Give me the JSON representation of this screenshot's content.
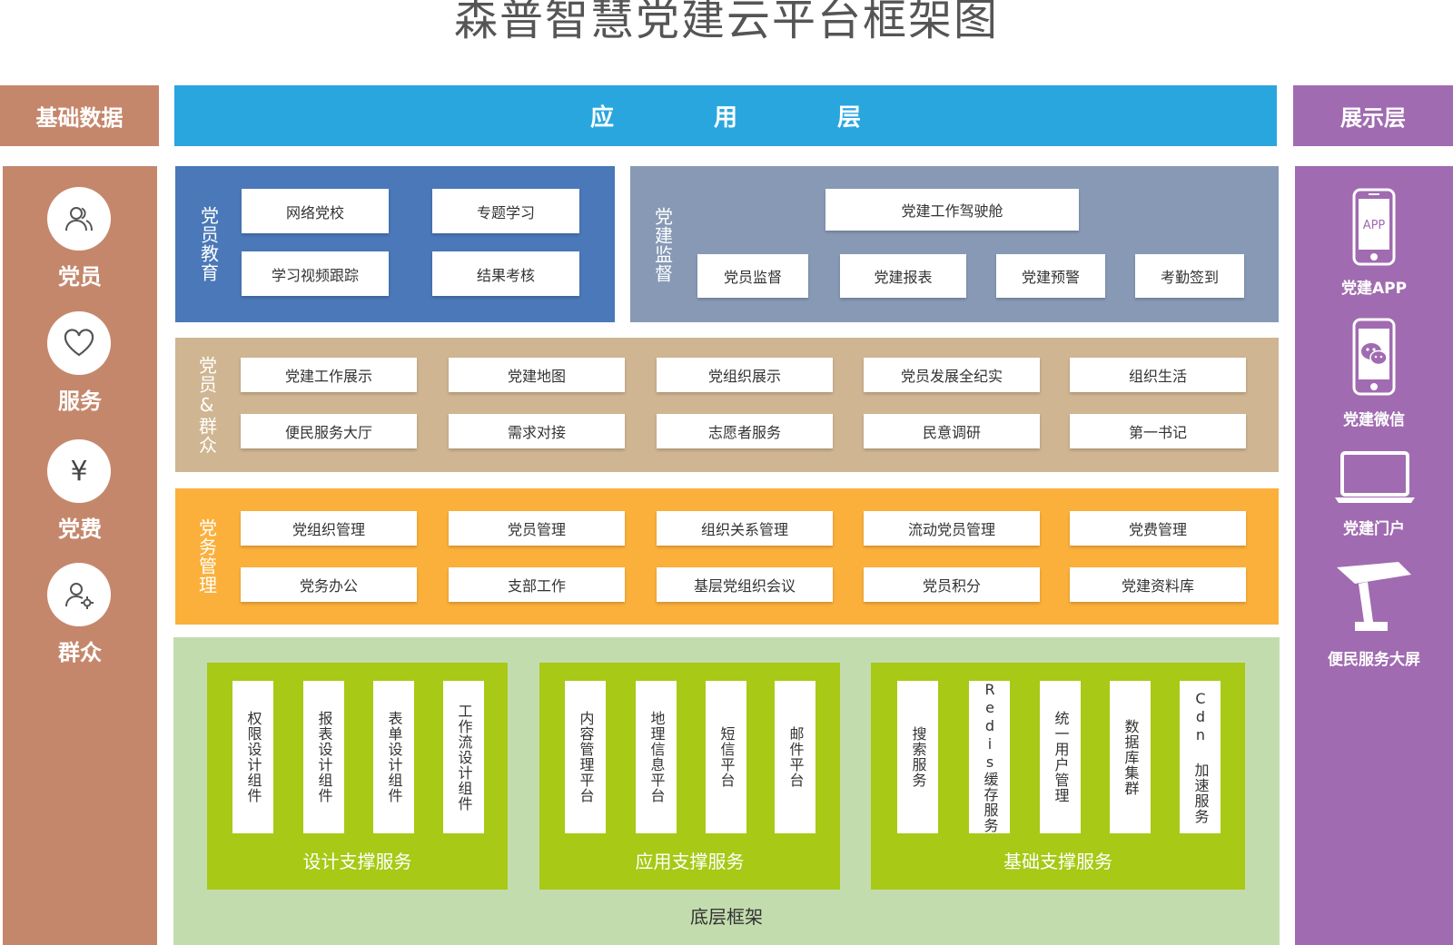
{
  "title": "森普智慧党建云平台框架图",
  "headers": {
    "left": "基础数据",
    "app": [
      "应",
      "用",
      "层"
    ],
    "right": "展示层"
  },
  "basics": [
    {
      "label": "党员",
      "icon": "users-icon"
    },
    {
      "label": "服务",
      "icon": "heart-icon"
    },
    {
      "label": "党费",
      "icon": "yen-icon",
      "glyph": "¥"
    },
    {
      "label": "群众",
      "icon": "user-settings-icon"
    }
  ],
  "display": [
    {
      "label": "党建APP",
      "icon": "phone-app-icon",
      "screen_text": "APP"
    },
    {
      "label": "党建微信",
      "icon": "wechat-phone-icon"
    },
    {
      "label": "党建门户",
      "icon": "laptop-icon"
    },
    {
      "label": "便民服务大屏",
      "icon": "kiosk-icon"
    }
  ],
  "education": {
    "label": "党员教育",
    "items": [
      "网络党校",
      "专题学习",
      "学习视频跟踪",
      "结果考核"
    ],
    "color": "#4a78b8"
  },
  "supervision": {
    "label": "党建监督",
    "top": "党建工作驾驶舱",
    "items": [
      "党员监督",
      "党建报表",
      "党建预警",
      "考勤签到"
    ],
    "color": "#8799b5"
  },
  "masses": {
    "label": "党员&群众",
    "row1": [
      "党建工作展示",
      "党建地图",
      "党组织展示",
      "党员发展全纪实",
      "组织生活"
    ],
    "row2": [
      "便民服务大厅",
      "需求对接",
      "志愿者服务",
      "民意调研",
      "第一书记"
    ],
    "color": "#cfb591"
  },
  "affairs": {
    "label": "党务管理",
    "row1": [
      "党组织管理",
      "党员管理",
      "组织关系管理",
      "流动党员管理",
      "党费管理"
    ],
    "row2": [
      "党务办公",
      "支部工作",
      "基层党组织会议",
      "党员积分",
      "党建资料库"
    ],
    "color": "#fbb03b"
  },
  "base": {
    "label": "底层框架",
    "groups": [
      {
        "label": "设计支撑服务",
        "items": [
          "权限设计组件",
          "报表设计组件",
          "表单设计组件",
          "工作流设计组件"
        ]
      },
      {
        "label": "应用支撑服务",
        "items": [
          "内容管理平台",
          "地理信息平台",
          "短信平台",
          "邮件平台"
        ]
      },
      {
        "label": "基础支撑服务",
        "items": [
          "搜索服务",
          "Redis缓存服务",
          "统一用户管理",
          "数据库集群",
          "Cdn 加速服务"
        ]
      }
    ]
  }
}
